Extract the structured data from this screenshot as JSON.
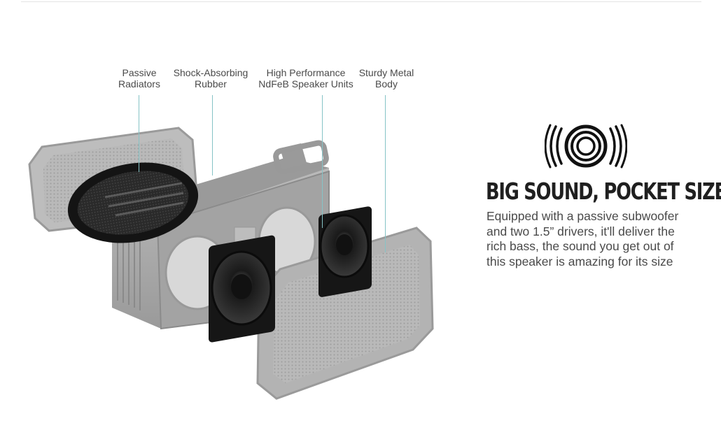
{
  "callouts": [
    {
      "line1": "Passive",
      "line2": "Radiators"
    },
    {
      "line1": "Shock-Absorbing",
      "line2": "Rubber"
    },
    {
      "line1": "High Performance",
      "line2": "NdFeB Speaker Units"
    },
    {
      "line1": "Sturdy Metal",
      "line2": "Body"
    }
  ],
  "feature": {
    "icon": "sound-waves-icon",
    "headline": "BIG SOUND, POCKET SIZE",
    "body_lines": [
      "Equipped with a passive subwoofer",
      "and two 1.5” drivers, it'll deliver the",
      "rich bass, the sound you get out of",
      "this speaker is amazing for its size"
    ]
  },
  "colors": {
    "leader_line": "#86c3c6",
    "heading": "#1f1f1f",
    "body": "#4a4a4a",
    "housing": "#a6a6a6",
    "driver": "#1b1b1b"
  }
}
